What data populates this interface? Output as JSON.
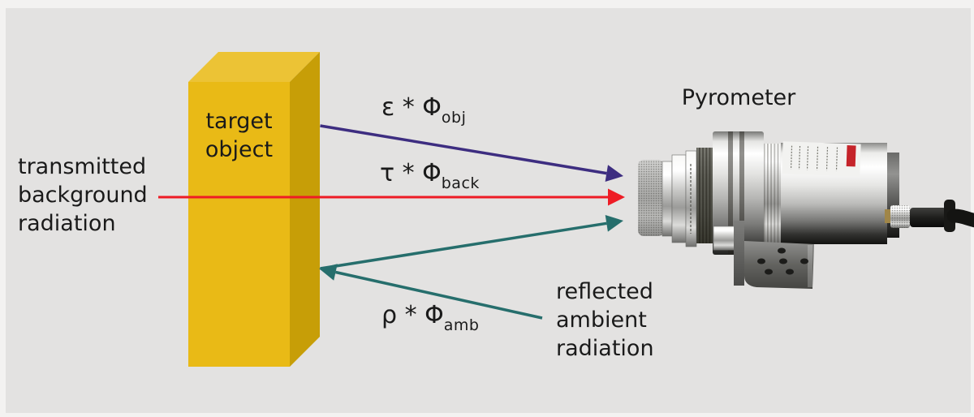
{
  "canvas": {
    "frame": "#f3f2f1",
    "bg": "#e3e2e1"
  },
  "labels": {
    "transmitted": "transmitted\nbackground\nradiation",
    "target_object": "target\nobject",
    "reflected": "reflected\nambient\nradiation",
    "pyrometer": "Pyrometer"
  },
  "formulas": {
    "emitted": {
      "main": "ε * Φ",
      "sub": "obj"
    },
    "transmitted": {
      "main": "τ * Φ",
      "sub": "back"
    },
    "reflected": {
      "main": "ρ * Φ",
      "sub": "amb"
    }
  },
  "colors": {
    "emitted_arrow": "#3d2d80",
    "transmitted_arrow": "#ee1c25",
    "reflected_arrow": "#266e6c",
    "box_front": "#e9ba16",
    "box_top": "#ecc335",
    "box_side": "#c79e07",
    "text": "#1a1a1a",
    "device_label_red": "#c5242a"
  }
}
